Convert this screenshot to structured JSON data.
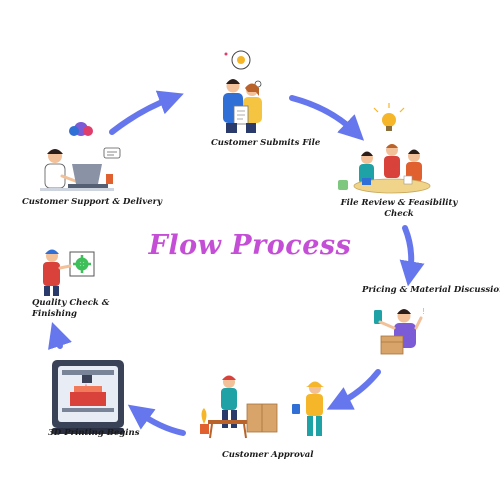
{
  "title": "Flow Process",
  "colors": {
    "title": "#c44fd6",
    "arrow": "#6677ee",
    "skin": "#f2c19a",
    "shirt_blue": "#2f6fd6",
    "shirt_red": "#d9413b",
    "shirt_teal": "#1fa2a6",
    "shirt_purple": "#7b5bd6",
    "hair_dark": "#2b1e1a",
    "box_brown": "#d9a46a",
    "printer_dark": "#3a4257",
    "accent_yellow": "#f5b629"
  },
  "steps": [
    {
      "label": "Customer Submits File",
      "icon": "customers-with-document-icon"
    },
    {
      "label_lines": [
        "File Review & Feasibility",
        "Check"
      ],
      "icon": "team-meeting-lightbulb-icon"
    },
    {
      "label": "Pricing & Material Discussion",
      "icon": "person-with-phone-and-box-icon"
    },
    {
      "label": "Customer Approval",
      "icon": "delivery-handshake-icon"
    },
    {
      "label": "3D Printing Begins",
      "icon": "3d-printer-icon"
    },
    {
      "label_lines": [
        "Quality Check &",
        "Finishing"
      ],
      "icon": "worker-with-gear-board-icon"
    },
    {
      "label": "Customer Support & Delivery",
      "icon": "support-agent-laptop-icon"
    }
  ]
}
